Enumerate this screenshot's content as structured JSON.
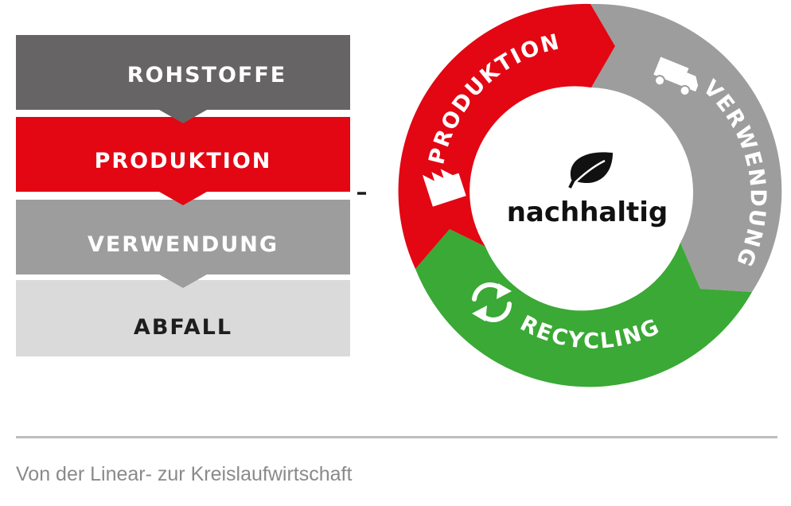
{
  "linear_flow": {
    "stages": [
      {
        "label": "ROHSTOFFE",
        "color": "#666464",
        "text_color": "#ffffff"
      },
      {
        "label": "PRODUKTION",
        "color": "#e30613",
        "text_color": "#ffffff"
      },
      {
        "label": "VERWENDUNG",
        "color": "#9d9d9d",
        "text_color": "#ffffff"
      },
      {
        "label": "ABFALL",
        "color": "#dadada",
        "text_color": "#1e1e1e"
      }
    ],
    "arrow_icon": "arrow-right-icon"
  },
  "cycle": {
    "segments": [
      {
        "label": "PRODUKTION",
        "color": "#e30613",
        "icon": "factory-icon"
      },
      {
        "label": "VERWENDUNG",
        "color": "#9d9d9d",
        "icon": "truck-icon"
      },
      {
        "label": "RECYCLING",
        "color": "#3aa935",
        "icon": "recycle-icon"
      }
    ],
    "center": {
      "label": "nachhaltig",
      "icon": "leaf-icon"
    }
  },
  "caption": "Von der Linear- zur Kreislaufwirtschaft"
}
